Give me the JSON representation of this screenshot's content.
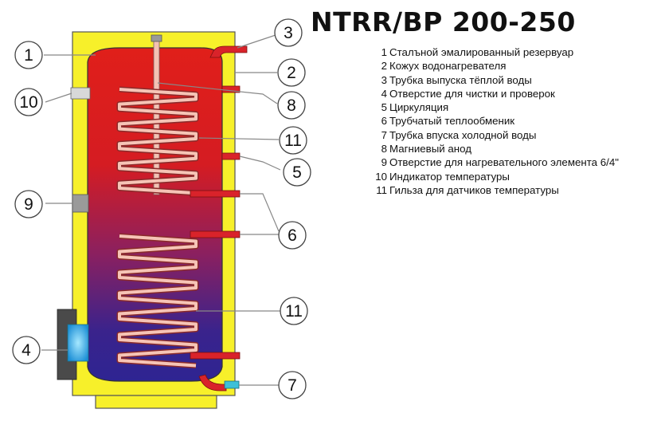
{
  "title": "NTRR/BP 200-250",
  "legend": [
    {
      "num": "1",
      "text": "Сталъной эмалированный резервуар"
    },
    {
      "num": "2",
      "text": "Кожух водонагревателя"
    },
    {
      "num": "3",
      "text": "Трубка выпуска тёплой воды"
    },
    {
      "num": "4",
      "text": "Отверстие для чистки и проверок"
    },
    {
      "num": "5",
      "text": "Циркуляция"
    },
    {
      "num": "6",
      "text": "Трубчатый теплообменик"
    },
    {
      "num": "7",
      "text": "Трубка впуска холодной воды"
    },
    {
      "num": "8",
      "text": "Магниевый анод"
    },
    {
      "num": "9",
      "text": "Отверстие для нагревательного элемента 6/4\""
    },
    {
      "num": "10",
      "text": "Индикатор температуры"
    },
    {
      "num": "11",
      "text": "Гильза для датчиков температуры"
    }
  ],
  "callouts": [
    "1",
    "2",
    "3",
    "4",
    "5",
    "6",
    "7",
    "8",
    "9",
    "10",
    "11",
    "11"
  ],
  "colors": {
    "casing": "#f7f02a",
    "tank_hot": "#e0201c",
    "tank_cold": "#2e2492",
    "coil": "#f3b7a8",
    "pipe": "#d9232a",
    "cold_pipe": "#3cc0d8",
    "flange": "#4a4a4a"
  }
}
